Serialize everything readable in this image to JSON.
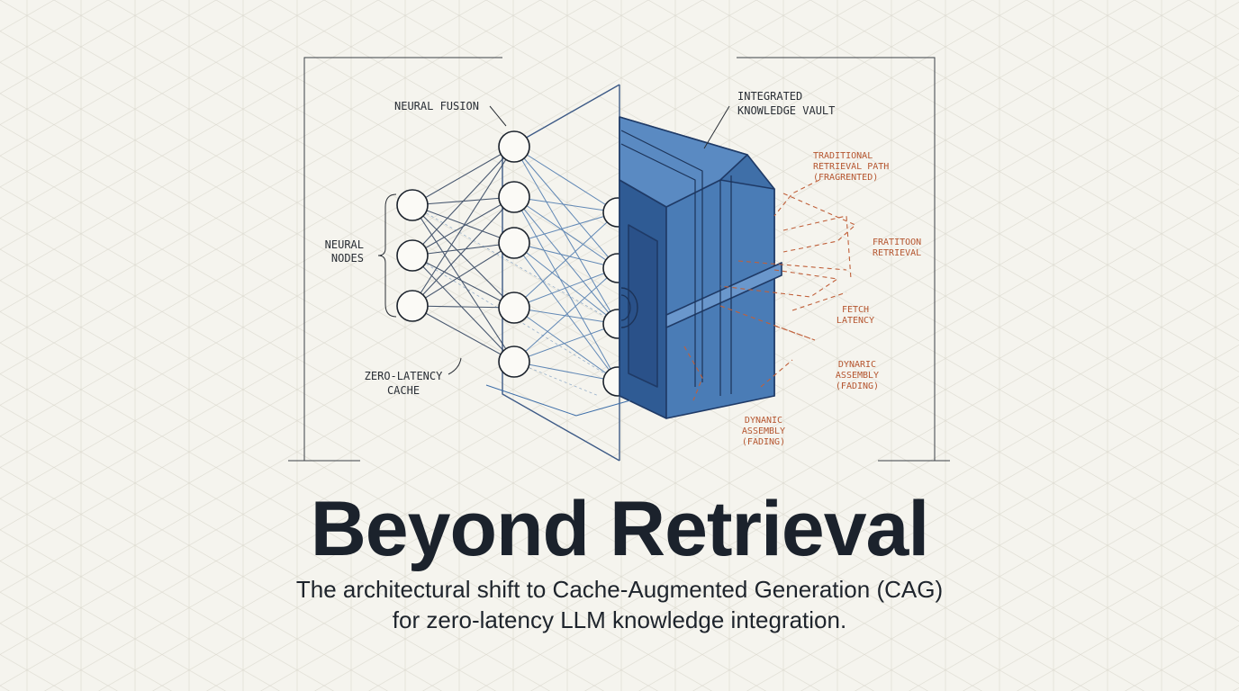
{
  "title": "Beyond Retrieval",
  "subtitle": {
    "line1": "The architectural shift to Cache-Augmented Generation (CAG)",
    "line2": "for zero-latency LLM knowledge integration."
  },
  "labels": {
    "neural_fusion": "NEURAL FUSION",
    "neural_nodes": [
      "NEURAL",
      "NODES"
    ],
    "zero_latency_cache": [
      "ZERO-LATENCY",
      "CACHE"
    ],
    "integrated_vault": [
      "INTEGRATED",
      "KNOWLEDGE VAULT"
    ],
    "traditional_path": [
      "TRADITIONAL",
      "RETRIEVAL PATH",
      "(FRAGRENTED)"
    ],
    "fratitoon_retrieval": [
      "FRATITOON",
      "RETRIEVAL"
    ],
    "fetch_latency": [
      "FETCH",
      "LATENCY"
    ],
    "dynaric_assembly": [
      "DYNARIC",
      "ASSEMBLY",
      "(FADING)"
    ],
    "dynanic_assembly": [
      "DYNANIC",
      "ASSEMBLY",
      "(FADING)"
    ]
  },
  "colors": {
    "background": "#f5f4ee",
    "ink": "#1b222c",
    "blueprint_blue": "#3d6ea8",
    "vault_dark": "#1f3a66",
    "annotation_orange": "#b5552f"
  }
}
